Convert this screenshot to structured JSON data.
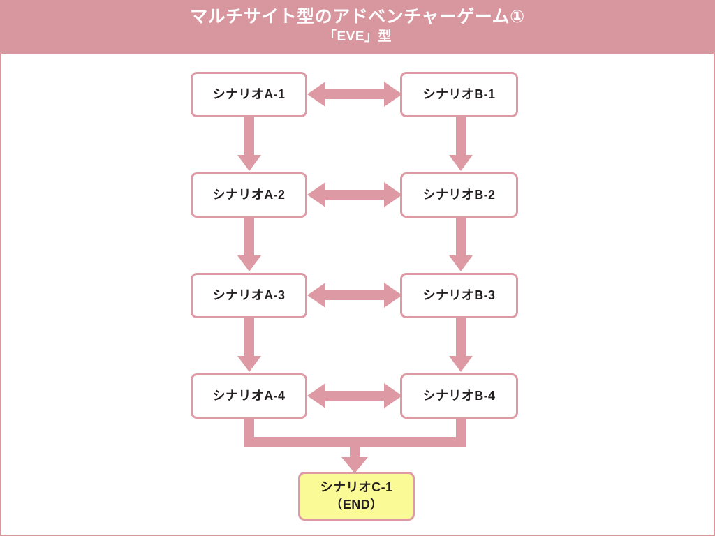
{
  "header": {
    "title": "マルチサイト型のアドベンチャーゲーム①",
    "subtitle": "「EVE」型",
    "background_color": "#d8969f",
    "text_color": "#ffffff"
  },
  "theme": {
    "accent_color": "#d8969f",
    "arrow_color": "#dd9aa4",
    "box_border_color": "#dd9aa4",
    "box_fill_color": "#ffffff",
    "end_box_fill_color": "#fafa96",
    "text_color": "#231f20",
    "page_background": "#ffffff"
  },
  "diagram": {
    "type": "flowchart",
    "columns": [
      {
        "id": "A",
        "label": "シナリオA"
      },
      {
        "id": "B",
        "label": "シナリオB"
      }
    ],
    "nodes": [
      {
        "id": "a1",
        "label": "シナリオA-1",
        "column": "A",
        "row": 1,
        "kind": "scenario"
      },
      {
        "id": "b1",
        "label": "シナリオB-1",
        "column": "B",
        "row": 1,
        "kind": "scenario"
      },
      {
        "id": "a2",
        "label": "シナリオA-2",
        "column": "A",
        "row": 2,
        "kind": "scenario"
      },
      {
        "id": "b2",
        "label": "シナリオB-2",
        "column": "B",
        "row": 2,
        "kind": "scenario"
      },
      {
        "id": "a3",
        "label": "シナリオA-3",
        "column": "A",
        "row": 3,
        "kind": "scenario"
      },
      {
        "id": "b3",
        "label": "シナリオB-3",
        "column": "B",
        "row": 3,
        "kind": "scenario"
      },
      {
        "id": "a4",
        "label": "シナリオA-4",
        "column": "A",
        "row": 4,
        "kind": "scenario"
      },
      {
        "id": "b4",
        "label": "シナリオB-4",
        "column": "B",
        "row": 4,
        "kind": "scenario"
      },
      {
        "id": "c1",
        "label_line1": "シナリオC-1",
        "label_line2": "（END）",
        "column": "C",
        "row": 5,
        "kind": "end"
      }
    ],
    "connectors": [
      {
        "id": "a1-b1",
        "from": "a1",
        "to": "b1",
        "style": "double-arrow-horizontal"
      },
      {
        "id": "a2-b2",
        "from": "a2",
        "to": "b2",
        "style": "double-arrow-horizontal"
      },
      {
        "id": "a3-b3",
        "from": "a3",
        "to": "b3",
        "style": "double-arrow-horizontal"
      },
      {
        "id": "a4-b4",
        "from": "a4",
        "to": "b4",
        "style": "double-arrow-horizontal"
      },
      {
        "id": "a1-a2",
        "from": "a1",
        "to": "a2",
        "style": "arrow-down"
      },
      {
        "id": "a2-a3",
        "from": "a2",
        "to": "a3",
        "style": "arrow-down"
      },
      {
        "id": "a3-a4",
        "from": "a3",
        "to": "a4",
        "style": "arrow-down"
      },
      {
        "id": "b1-b2",
        "from": "b1",
        "to": "b2",
        "style": "arrow-down"
      },
      {
        "id": "b2-b3",
        "from": "b2",
        "to": "b3",
        "style": "arrow-down"
      },
      {
        "id": "b3-b4",
        "from": "b3",
        "to": "b4",
        "style": "arrow-down"
      },
      {
        "id": "merge-to-c1",
        "from": "a4,b4",
        "to": "c1",
        "style": "merge-arrow-down"
      }
    ]
  }
}
